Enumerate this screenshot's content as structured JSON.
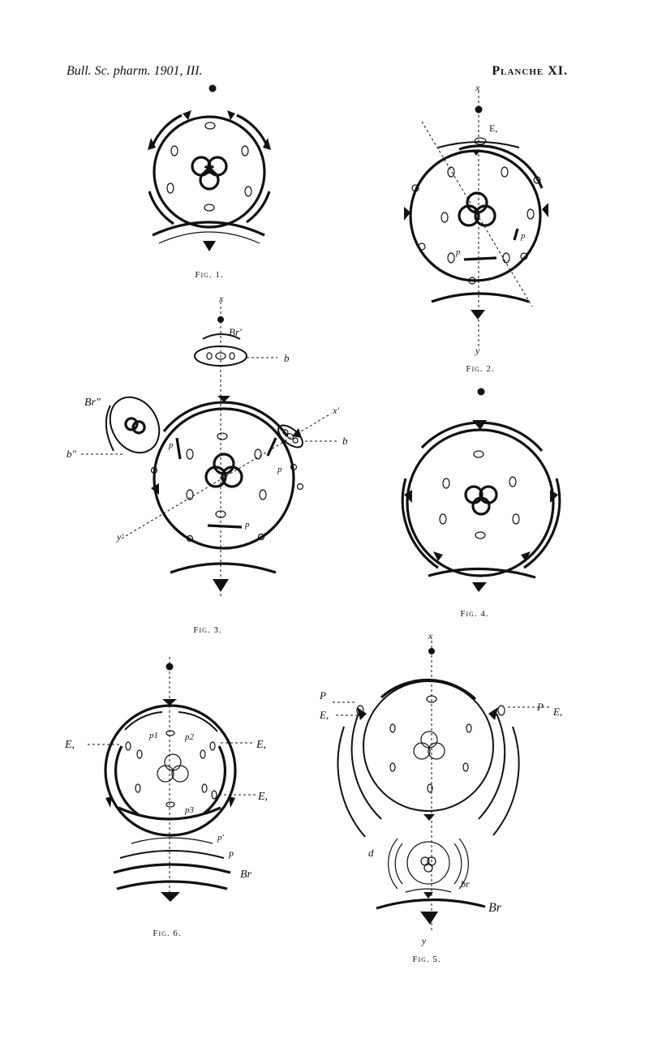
{
  "header": {
    "left": "Bull. Sc. pharm. 1901, III.",
    "right": "Planche XI."
  },
  "figures": {
    "fig1": {
      "caption": "Fig. 1."
    },
    "fig2": {
      "caption": "Fig. 2.",
      "labels": {
        "x": "x",
        "E": "E,",
        "p1": "p",
        "p2": "p",
        "y": "y"
      }
    },
    "fig3": {
      "caption": "Fig. 3.",
      "labels": {
        "x": "x",
        "br1": "Br'",
        "b": "b",
        "br2": "Br\"",
        "b2": "b\"",
        "b3": "b",
        "x2": "x'",
        "p1": "p",
        "p2": "p",
        "p3": "p",
        "y2": "y'"
      }
    },
    "fig4": {
      "caption": "Fig. 4."
    },
    "fig5": {
      "caption": "Fig. 5.",
      "labels": {
        "x": "x",
        "P": "P",
        "E": "E,",
        "PR": "P",
        "ER": "E,",
        "d": "d",
        "br": "br",
        "Br": "Br",
        "y": "y"
      }
    },
    "fig6": {
      "caption": "Fig. 6.",
      "labels": {
        "E1": "E,",
        "E2": "E,",
        "E3": "E,",
        "p1": "p1",
        "p2": "p2",
        "p3": "p3",
        "pp": "p'",
        "p": "p",
        "Br": "Br"
      }
    }
  }
}
